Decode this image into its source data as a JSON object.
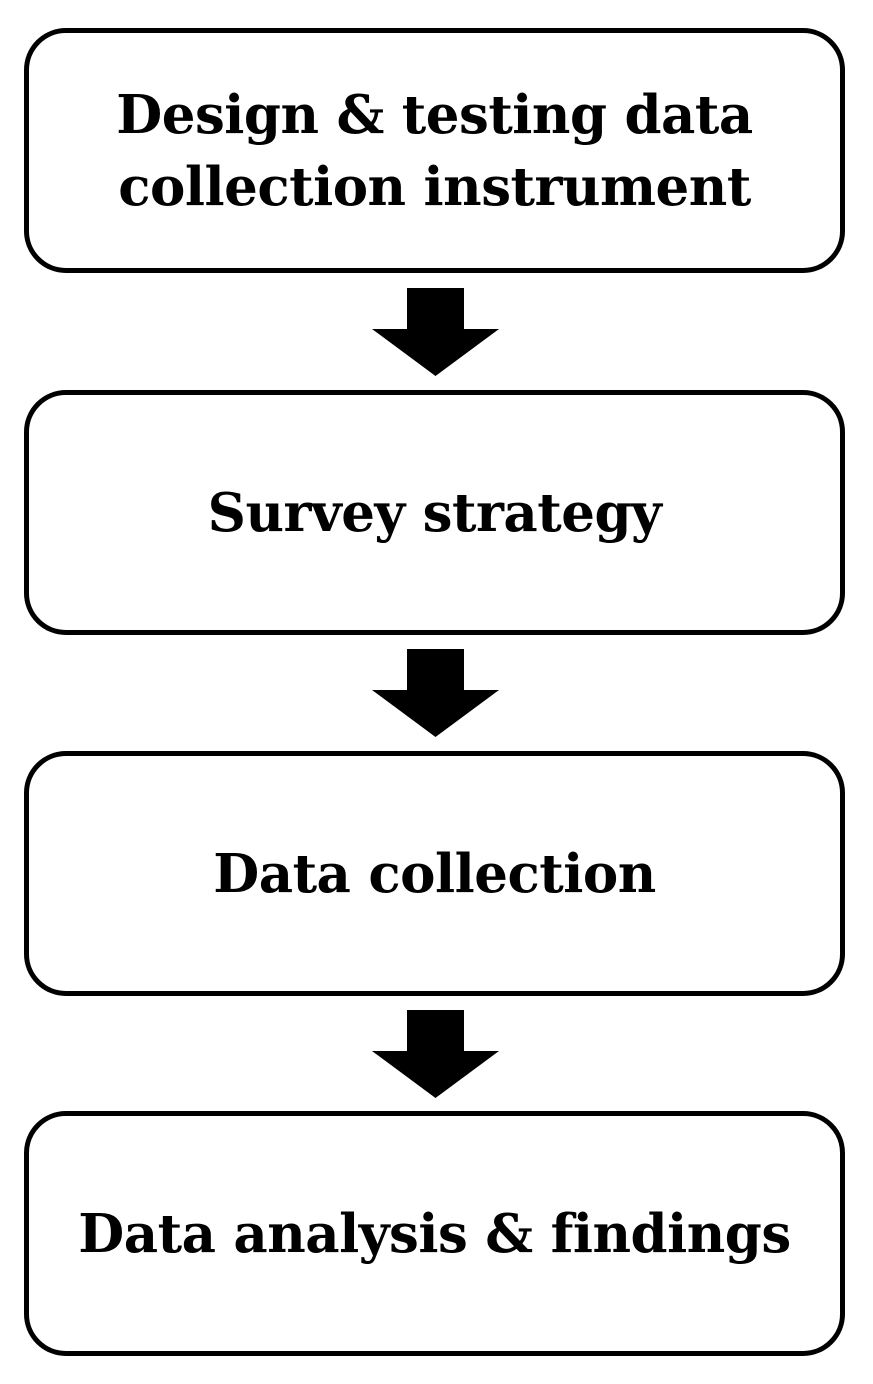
{
  "flowchart": {
    "steps": [
      {
        "label": "Design & testing data collection instrument"
      },
      {
        "label": "Survey strategy"
      },
      {
        "label": "Data collection"
      },
      {
        "label": "Data analysis & findings"
      }
    ],
    "arrow_color": "#000000",
    "box_border_color": "#000000"
  }
}
